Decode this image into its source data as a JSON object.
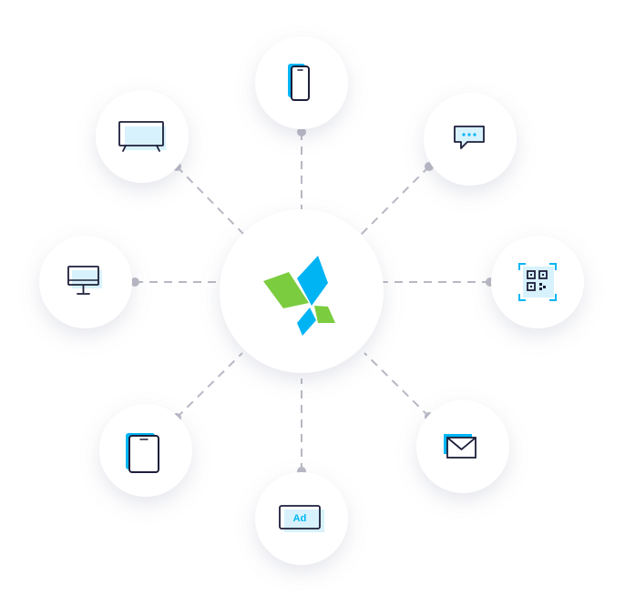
{
  "colors": {
    "ink": "#1d1f3b",
    "accent_blue": "#00b6f5",
    "light_blue": "#d7f2fd",
    "logo_green": "#7bcd3f",
    "logo_blue": "#00b4f4",
    "connector": "#b8b8c4",
    "node_fill": "#ffffff"
  },
  "hub": {
    "logo_icon": "brand-logo-icon"
  },
  "channels": [
    {
      "id": "mobile-phone",
      "icon": "mobile-phone-icon"
    },
    {
      "id": "sms-chat",
      "icon": "chat-bubble-icon"
    },
    {
      "id": "qr-code",
      "icon": "qr-code-icon"
    },
    {
      "id": "email",
      "icon": "envelope-icon"
    },
    {
      "id": "display-ad",
      "icon": "ad-banner-icon",
      "label": "Ad"
    },
    {
      "id": "tablet",
      "icon": "tablet-icon"
    },
    {
      "id": "desktop",
      "icon": "desktop-monitor-icon"
    },
    {
      "id": "tv",
      "icon": "tv-icon"
    }
  ]
}
